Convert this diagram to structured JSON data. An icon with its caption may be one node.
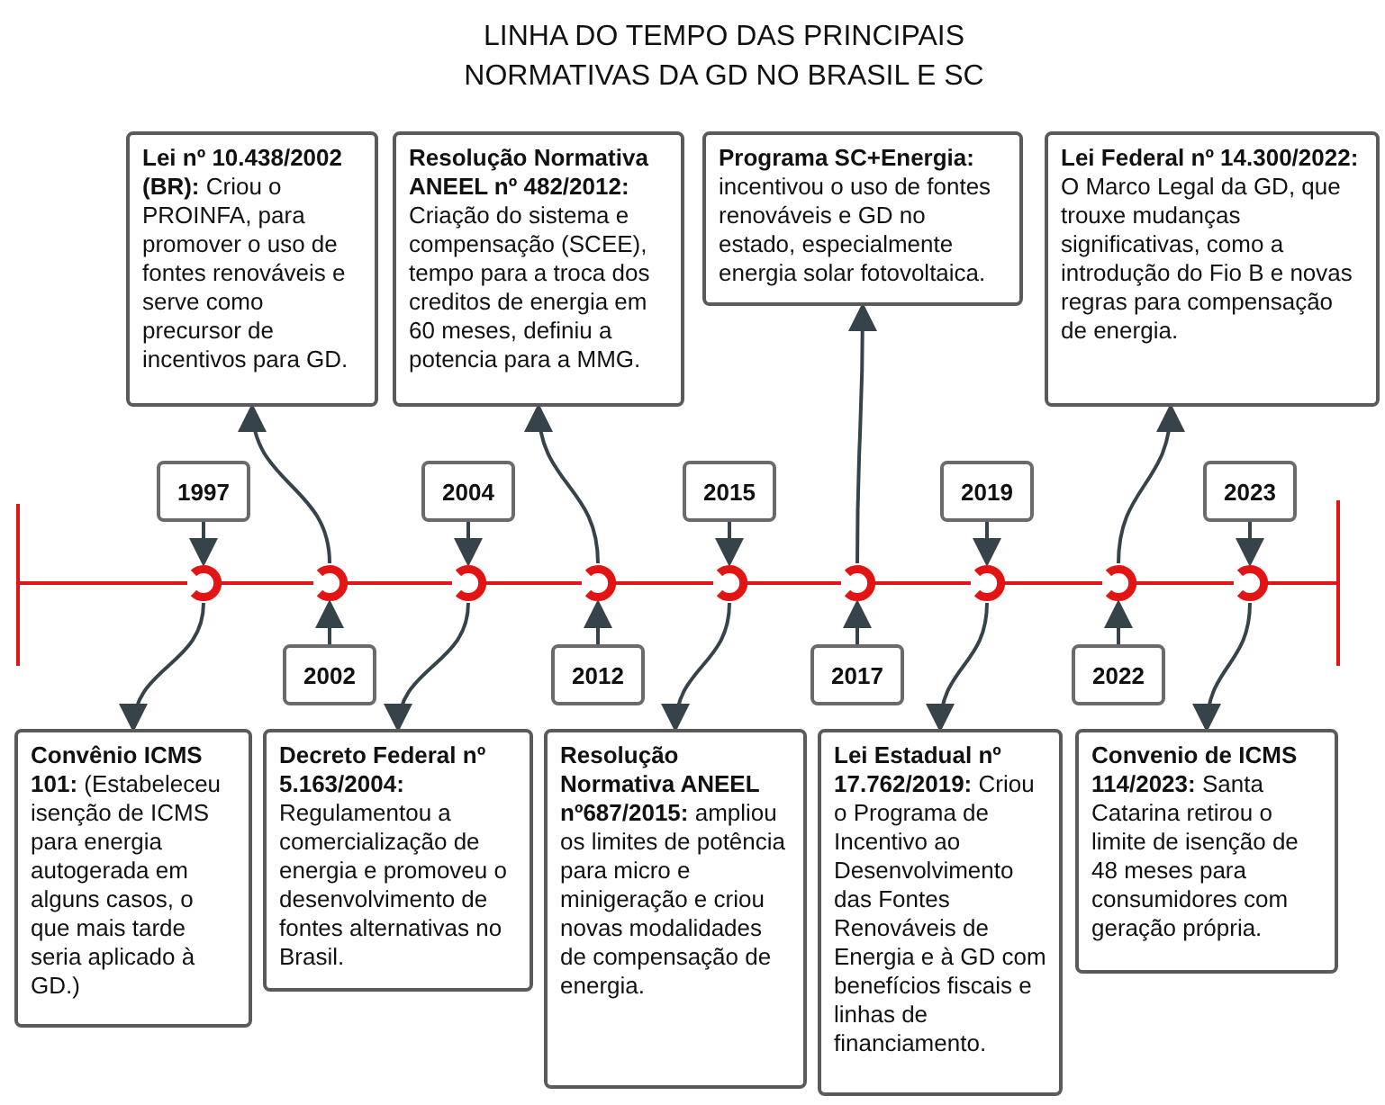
{
  "diagram": {
    "title": "LINHA DO TEMPO DAS PRINCIPAIS NORMATIVAS DA GD NO BRASIL E SC",
    "nodes": [
      {
        "text": [
          "**Lei nº 10.438/2002 (BR):** Criou o PROINFA, para promover o uso de fontes renováveis e serve como precursor de incentivos para GD."
        ]
      },
      {
        "text": [
          "**Resolução Normativa ANEEL nº 482/2012:** Criação do sistema e compensação (SCEE), tempo para a troca dos creditos  de energia em 60 meses, definiu a potencia para a MMG."
        ]
      },
      {
        "text": [
          "**Programa SC+Energia:** incentivou o uso de fontes renováveis e GD no estado, especialmente energia solar fotovoltaica."
        ]
      },
      {
        "text": [
          "**Lei  Federal nº 14.300/2022:** O Marco Legal da GD, que trouxe mudanças significativas, como a introdução do Fio B e novas regras para compensação de energia."
        ]
      },
      {
        "text": [
          "1997"
        ]
      },
      {
        "text": [
          "2004"
        ]
      },
      {
        "text": [
          "2015"
        ]
      },
      {
        "text": [
          "2019"
        ]
      },
      {
        "text": [
          "2023"
        ]
      },
      {
        "text": [],
        "shape": "circle"
      },
      {
        "text": [],
        "shape": "circle"
      },
      {
        "text": [],
        "shape": "circle"
      },
      {
        "text": [],
        "shape": "circle"
      },
      {
        "text": [],
        "shape": "circle"
      },
      {
        "text": [],
        "shape": "circle"
      },
      {
        "text": [],
        "shape": "circle"
      },
      {
        "text": [],
        "shape": "circle"
      },
      {
        "text": [],
        "shape": "circle"
      },
      {
        "text": [
          "2002"
        ]
      },
      {
        "text": [
          "2012"
        ]
      },
      {
        "text": [
          "2017"
        ]
      },
      {
        "text": [
          "2022"
        ]
      },
      {
        "text": [
          "**Convênio ICMS 101:** (Estabeleceu isenção de ICMS para energia autogerada em alguns casos, o que mais tarde seria aplicado à GD.)"
        ]
      },
      {
        "text": [
          "**Decreto Federal nº 5.163/2004:** Regulamentou a comercialização de energia e promoveu o desenvolvimento de fontes alternativas no Brasil."
        ]
      },
      {
        "text": [
          "**Resolução Normativa ANEEL nº687/2015:** ampliou os limites de potência para micro e minigeração e criou novas modalidades de compensação de energia."
        ]
      },
      {
        "text": [
          "**Lei Estadual nº 17.762/2019:** Criou o Programa de Incentivo ao Desenvolvimento das Fontes Renováveis de Energia e à GD com benefícios fiscais e linhas de financiamento."
        ]
      },
      {
        "text": [
          "**Convenio de ICMS 114/2023:** Santa Catarina retirou o limite de isenção de 48 meses para consumidores com geração própria."
        ]
      }
    ],
    "edges": [
      {
        "from": 4,
        "to": 9,
        "arrow": "to"
      },
      {
        "from": 9,
        "to": 22,
        "arrow": "to"
      },
      {
        "from": 18,
        "to": 10,
        "arrow": "to"
      },
      {
        "from": 10,
        "to": 0,
        "arrow": "to"
      },
      {
        "from": 5,
        "to": 11,
        "arrow": "to"
      },
      {
        "from": 11,
        "to": 23,
        "arrow": "to"
      },
      {
        "from": 19,
        "to": 12,
        "arrow": "to"
      },
      {
        "from": 12,
        "to": 1,
        "arrow": "to"
      },
      {
        "from": 6,
        "to": 13,
        "arrow": "to"
      },
      {
        "from": 13,
        "to": 24,
        "arrow": "to"
      },
      {
        "from": 20,
        "to": 14,
        "arrow": "to"
      },
      {
        "from": 14,
        "to": 2,
        "arrow": "to"
      },
      {
        "from": 7,
        "to": 15,
        "arrow": "to"
      },
      {
        "from": 15,
        "to": 25,
        "arrow": "to"
      },
      {
        "from": 21,
        "to": 16,
        "arrow": "to"
      },
      {
        "from": 16,
        "to": 3,
        "arrow": "to"
      },
      {
        "from": 8,
        "to": 17,
        "arrow": "to"
      },
      {
        "from": 17,
        "to": 26,
        "arrow": "to"
      }
    ]
  }
}
